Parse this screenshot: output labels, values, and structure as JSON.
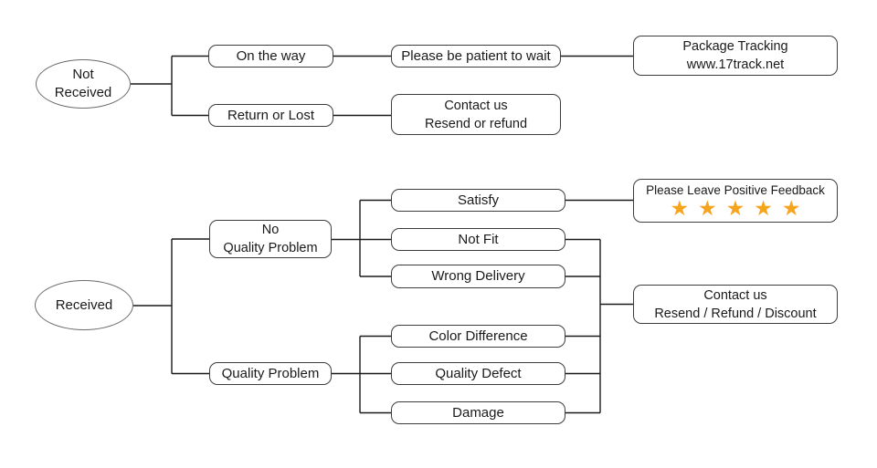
{
  "diagram": {
    "type": "flowchart",
    "topic": "order received / not received after-sale service flow"
  },
  "nodes": {
    "not_received": {
      "line1": "Not",
      "line2": "Received"
    },
    "on_the_way": {
      "label": "On the way"
    },
    "please_be_patient": {
      "label": "Please be patient to wait"
    },
    "package_tracking": {
      "line1": "Package Tracking",
      "line2": "www.17track.net"
    },
    "return_or_lost": {
      "label": "Return or Lost"
    },
    "contact_not_received": {
      "line1": "Contact us",
      "line2": "Resend or refund"
    },
    "received": {
      "label": "Received"
    },
    "no_quality_problem": {
      "line1": "No",
      "line2": "Quality Problem"
    },
    "satisfy": {
      "label": "Satisfy"
    },
    "positive_feedback": {
      "label": "Please Leave Positive Feedback",
      "star_count": 5,
      "stars": "★★★★★"
    },
    "not_fit": {
      "label": "Not Fit"
    },
    "wrong_delivery": {
      "label": "Wrong Delivery"
    },
    "quality_problem": {
      "label": "Quality Problem"
    },
    "color_difference": {
      "label": "Color Difference"
    },
    "quality_defect": {
      "label": "Quality Defect"
    },
    "damage": {
      "label": "Damage"
    },
    "contact_received": {
      "line1": "Contact us",
      "line2": "Resend / Refund / Discount"
    }
  },
  "colors": {
    "star": "#F6A41D",
    "box_border": "#3d3d3d",
    "ellipse_border": "#6b6b6b",
    "connector": "#1a1a1a",
    "text": "#1a1a1a",
    "background": "#ffffff"
  }
}
